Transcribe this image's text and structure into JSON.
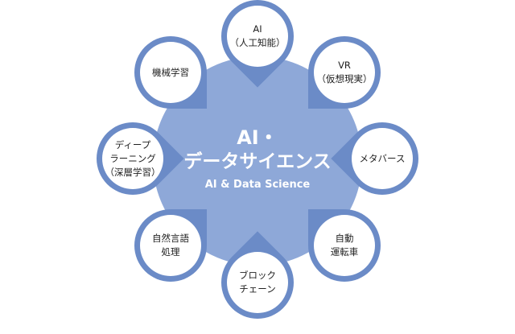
{
  "center": {
    "title_line1": "AI・",
    "title_line2": "データサイエンス",
    "subtitle": "AI & Data Science"
  },
  "nodes": [
    {
      "lines": [
        "AI",
        "（人工知能）"
      ]
    },
    {
      "lines": [
        "VR",
        "（仮想現実）"
      ]
    },
    {
      "lines": [
        "メタバース"
      ]
    },
    {
      "lines": [
        "自動",
        "運転車"
      ]
    },
    {
      "lines": [
        "ブロック",
        "チェーン"
      ]
    },
    {
      "lines": [
        "自然言語",
        "処理"
      ]
    },
    {
      "lines": [
        "ディープ",
        "ラーニング",
        "（深層学習）"
      ]
    },
    {
      "lines": [
        "機械学習"
      ]
    }
  ],
  "colors": {
    "hub": "#8ea8d8",
    "ring": "#6b8bc7"
  }
}
